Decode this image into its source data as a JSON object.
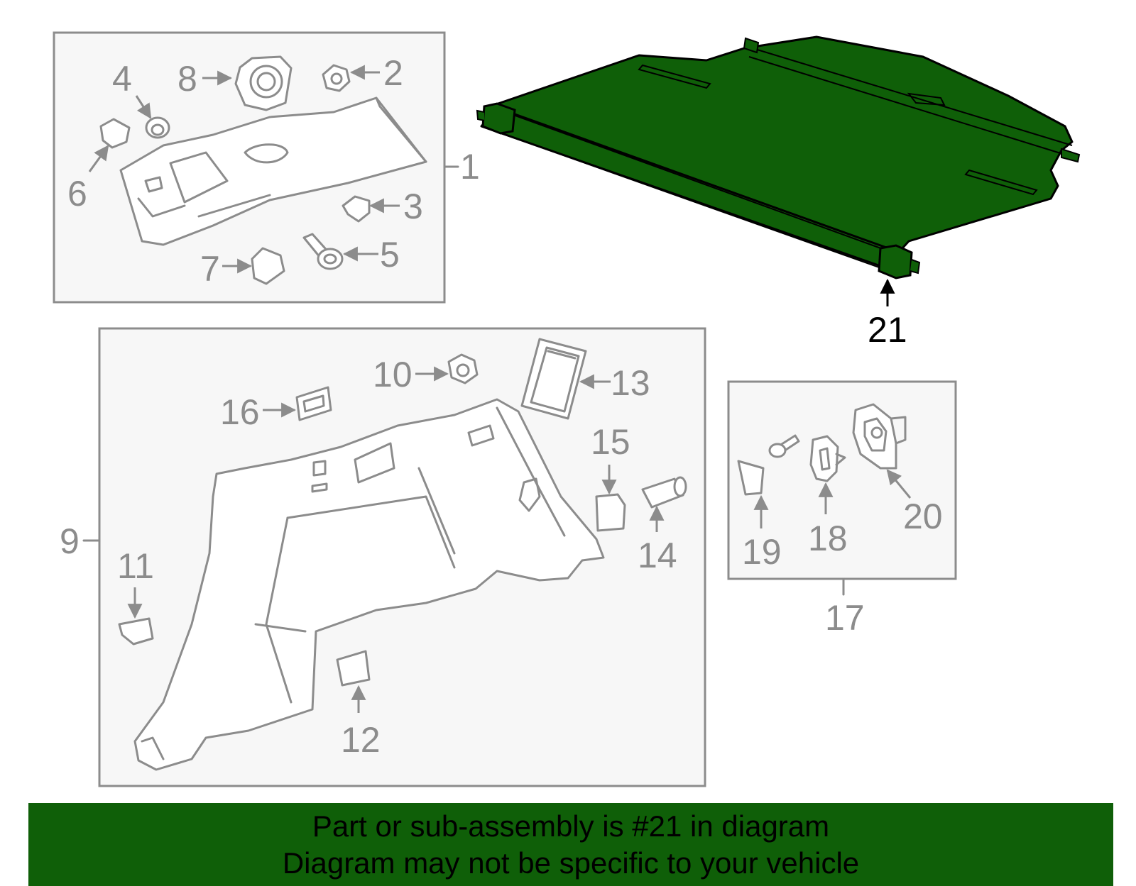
{
  "callouts": {
    "c1": "1",
    "c2": "2",
    "c3": "3",
    "c4": "4",
    "c5": "5",
    "c6": "6",
    "c7": "7",
    "c8": "8",
    "c9": "9",
    "c10": "10",
    "c11": "11",
    "c12": "12",
    "c13": "13",
    "c14": "14",
    "c15": "15",
    "c16": "16",
    "c17": "17",
    "c18": "18",
    "c19": "19",
    "c20": "20",
    "c21": "21"
  },
  "banner": {
    "line1": "Part or sub-assembly is #21 in diagram",
    "line2": "Diagram may not be specific to your vehicle"
  },
  "colors": {
    "highlight": "#0f5f08",
    "line": "#8c8c8c",
    "box_fill": "#f7f7f7"
  }
}
